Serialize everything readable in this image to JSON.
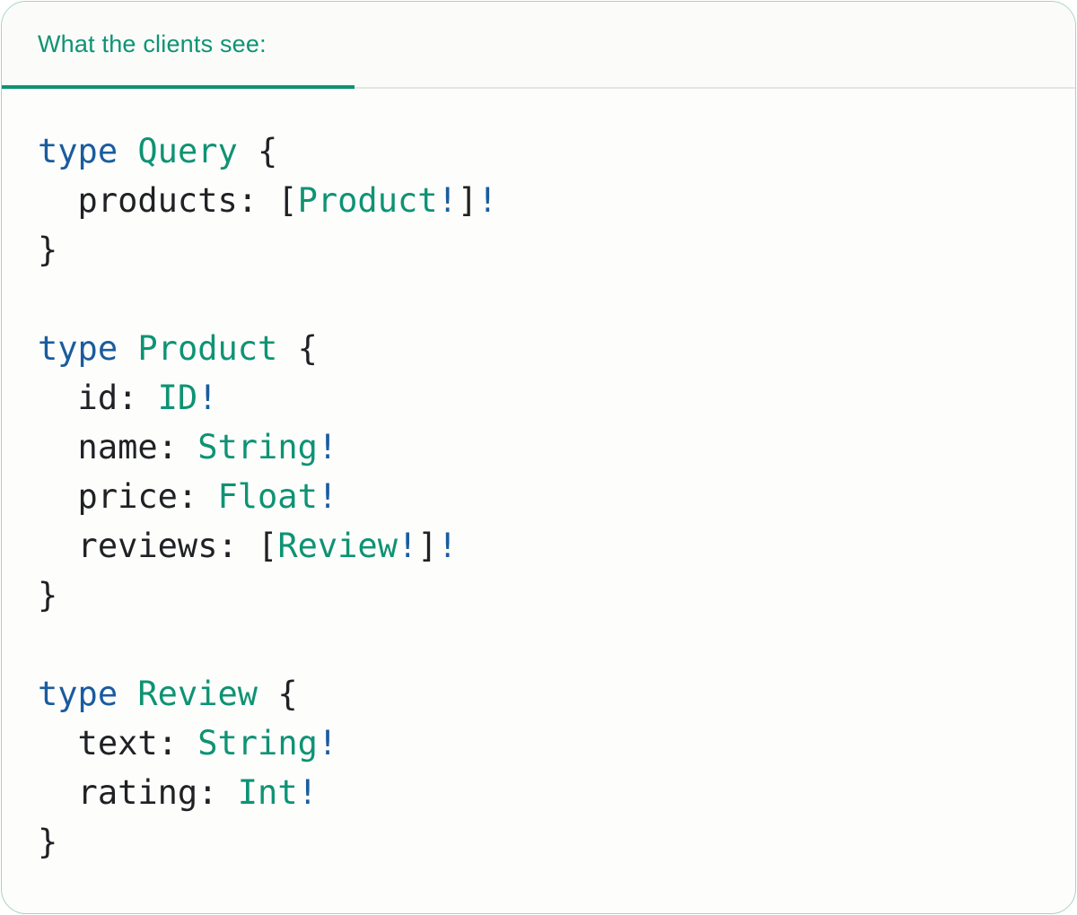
{
  "panel": {
    "tab_label": "What the clients see:",
    "colors": {
      "accent_teal": "#0E9373",
      "keyword_blue": "#1A5C9E",
      "code_text": "#1F2124",
      "card_border": "#A9D3C3",
      "tab_divider": "#E5E5E3",
      "card_background": "#FDFDFC"
    }
  },
  "code": {
    "language": "graphql",
    "lines": [
      [
        {
          "t": "type",
          "c": "kw"
        },
        {
          "t": " ",
          "c": "pl"
        },
        {
          "t": "Query",
          "c": "ty"
        },
        {
          "t": " {",
          "c": "pl"
        }
      ],
      [
        {
          "t": "  products: [",
          "c": "pl"
        },
        {
          "t": "Product",
          "c": "ty"
        },
        {
          "t": "!",
          "c": "bg"
        },
        {
          "t": "]",
          "c": "pl"
        },
        {
          "t": "!",
          "c": "bg"
        }
      ],
      [
        {
          "t": "}",
          "c": "pl"
        }
      ],
      [],
      [
        {
          "t": "type",
          "c": "kw"
        },
        {
          "t": " ",
          "c": "pl"
        },
        {
          "t": "Product",
          "c": "ty"
        },
        {
          "t": " {",
          "c": "pl"
        }
      ],
      [
        {
          "t": "  id: ",
          "c": "pl"
        },
        {
          "t": "ID",
          "c": "ty"
        },
        {
          "t": "!",
          "c": "bg"
        }
      ],
      [
        {
          "t": "  name: ",
          "c": "pl"
        },
        {
          "t": "String",
          "c": "ty"
        },
        {
          "t": "!",
          "c": "bg"
        }
      ],
      [
        {
          "t": "  price: ",
          "c": "pl"
        },
        {
          "t": "Float",
          "c": "ty"
        },
        {
          "t": "!",
          "c": "bg"
        }
      ],
      [
        {
          "t": "  reviews: [",
          "c": "pl"
        },
        {
          "t": "Review",
          "c": "ty"
        },
        {
          "t": "!",
          "c": "bg"
        },
        {
          "t": "]",
          "c": "pl"
        },
        {
          "t": "!",
          "c": "bg"
        }
      ],
      [
        {
          "t": "}",
          "c": "pl"
        }
      ],
      [],
      [
        {
          "t": "type",
          "c": "kw"
        },
        {
          "t": " ",
          "c": "pl"
        },
        {
          "t": "Review",
          "c": "ty"
        },
        {
          "t": " {",
          "c": "pl"
        }
      ],
      [
        {
          "t": "  text: ",
          "c": "pl"
        },
        {
          "t": "String",
          "c": "ty"
        },
        {
          "t": "!",
          "c": "bg"
        }
      ],
      [
        {
          "t": "  rating: ",
          "c": "pl"
        },
        {
          "t": "Int",
          "c": "ty"
        },
        {
          "t": "!",
          "c": "bg"
        }
      ],
      [
        {
          "t": "}",
          "c": "pl"
        }
      ]
    ]
  }
}
